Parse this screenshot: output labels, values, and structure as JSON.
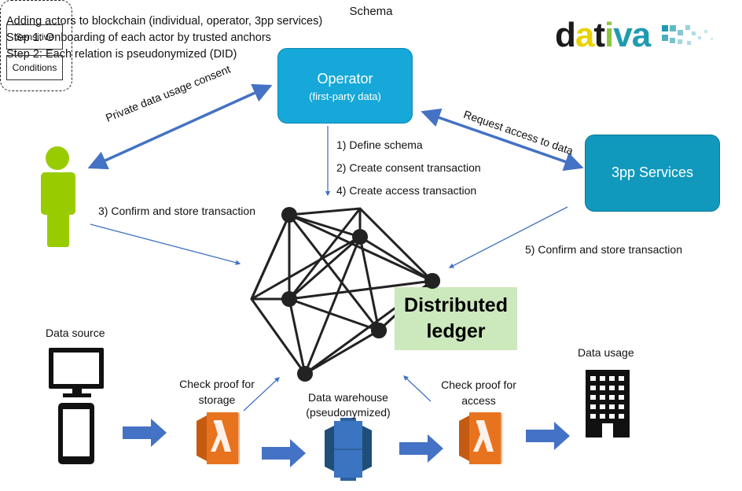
{
  "intro": {
    "line1": "Adding actors to blockchain (individual, operator, 3pp services)",
    "line2": "Step 1: Onboarding of each actor by trusted anchors",
    "line3": "Step 2: Each relation is pseudonymized (DID)"
  },
  "operator": {
    "title": "Operator",
    "subtitle": "(first-party data)"
  },
  "schema": {
    "title": "Schema",
    "items": [
      "Sensitive",
      "Conditions"
    ]
  },
  "logo": {
    "text": "dativa"
  },
  "third_party": {
    "title": "3pp Services"
  },
  "arrows": {
    "consent": "Private data usage consent",
    "request": "Request access to data"
  },
  "steps": {
    "s1": "1) Define schema",
    "s2": "2) Create consent transaction",
    "s4": "4) Create access transaction",
    "s3": "3) Confirm and store transaction",
    "s5": "5) Confirm and store transaction"
  },
  "ledger": {
    "line1": "Distributed",
    "line2": "ledger"
  },
  "pipeline": {
    "data_source": "Data source",
    "check_storage_1": "Check proof for",
    "check_storage_2": "storage",
    "warehouse_1": "Data warehouse",
    "warehouse_2": "(pseudonymized)",
    "check_access_1": "Check proof for",
    "check_access_2": "access",
    "data_usage": "Data usage"
  },
  "colors": {
    "operator": "#15a8d8",
    "third_party": "#1199bd",
    "arrow_blue": "#4472c4",
    "person_green": "#99cc00",
    "ledger_highlight": "#cce8bd",
    "lambda_orange": "#e8731f",
    "warehouse_blue": "#3b74c0",
    "logo_dark": "#1a1a1a",
    "logo_yellow": "#e9d200",
    "logo_green": "#8dc63f",
    "logo_teal": "#1e9bb0"
  }
}
